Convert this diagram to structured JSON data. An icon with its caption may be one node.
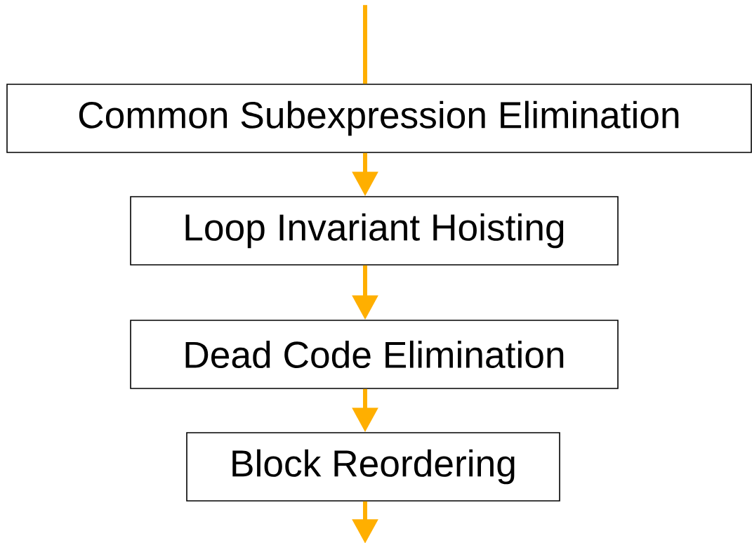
{
  "diagram": {
    "nodes": [
      {
        "text": [
          "Common Subexpression Elimination"
        ]
      },
      {
        "text": [
          "Loop Invariant Hoisting"
        ]
      },
      {
        "text": [
          "Dead Code Elimination"
        ]
      },
      {
        "text": [
          "Block Reordering"
        ]
      }
    ],
    "edges": [
      {
        "from": null,
        "to": 0,
        "arrow": "none"
      },
      {
        "from": 0,
        "to": 1,
        "arrow": "to"
      },
      {
        "from": 1,
        "to": 2,
        "arrow": "to"
      },
      {
        "from": 2,
        "to": 3,
        "arrow": "to"
      },
      {
        "from": 3,
        "to": null,
        "arrow": "to"
      }
    ]
  }
}
